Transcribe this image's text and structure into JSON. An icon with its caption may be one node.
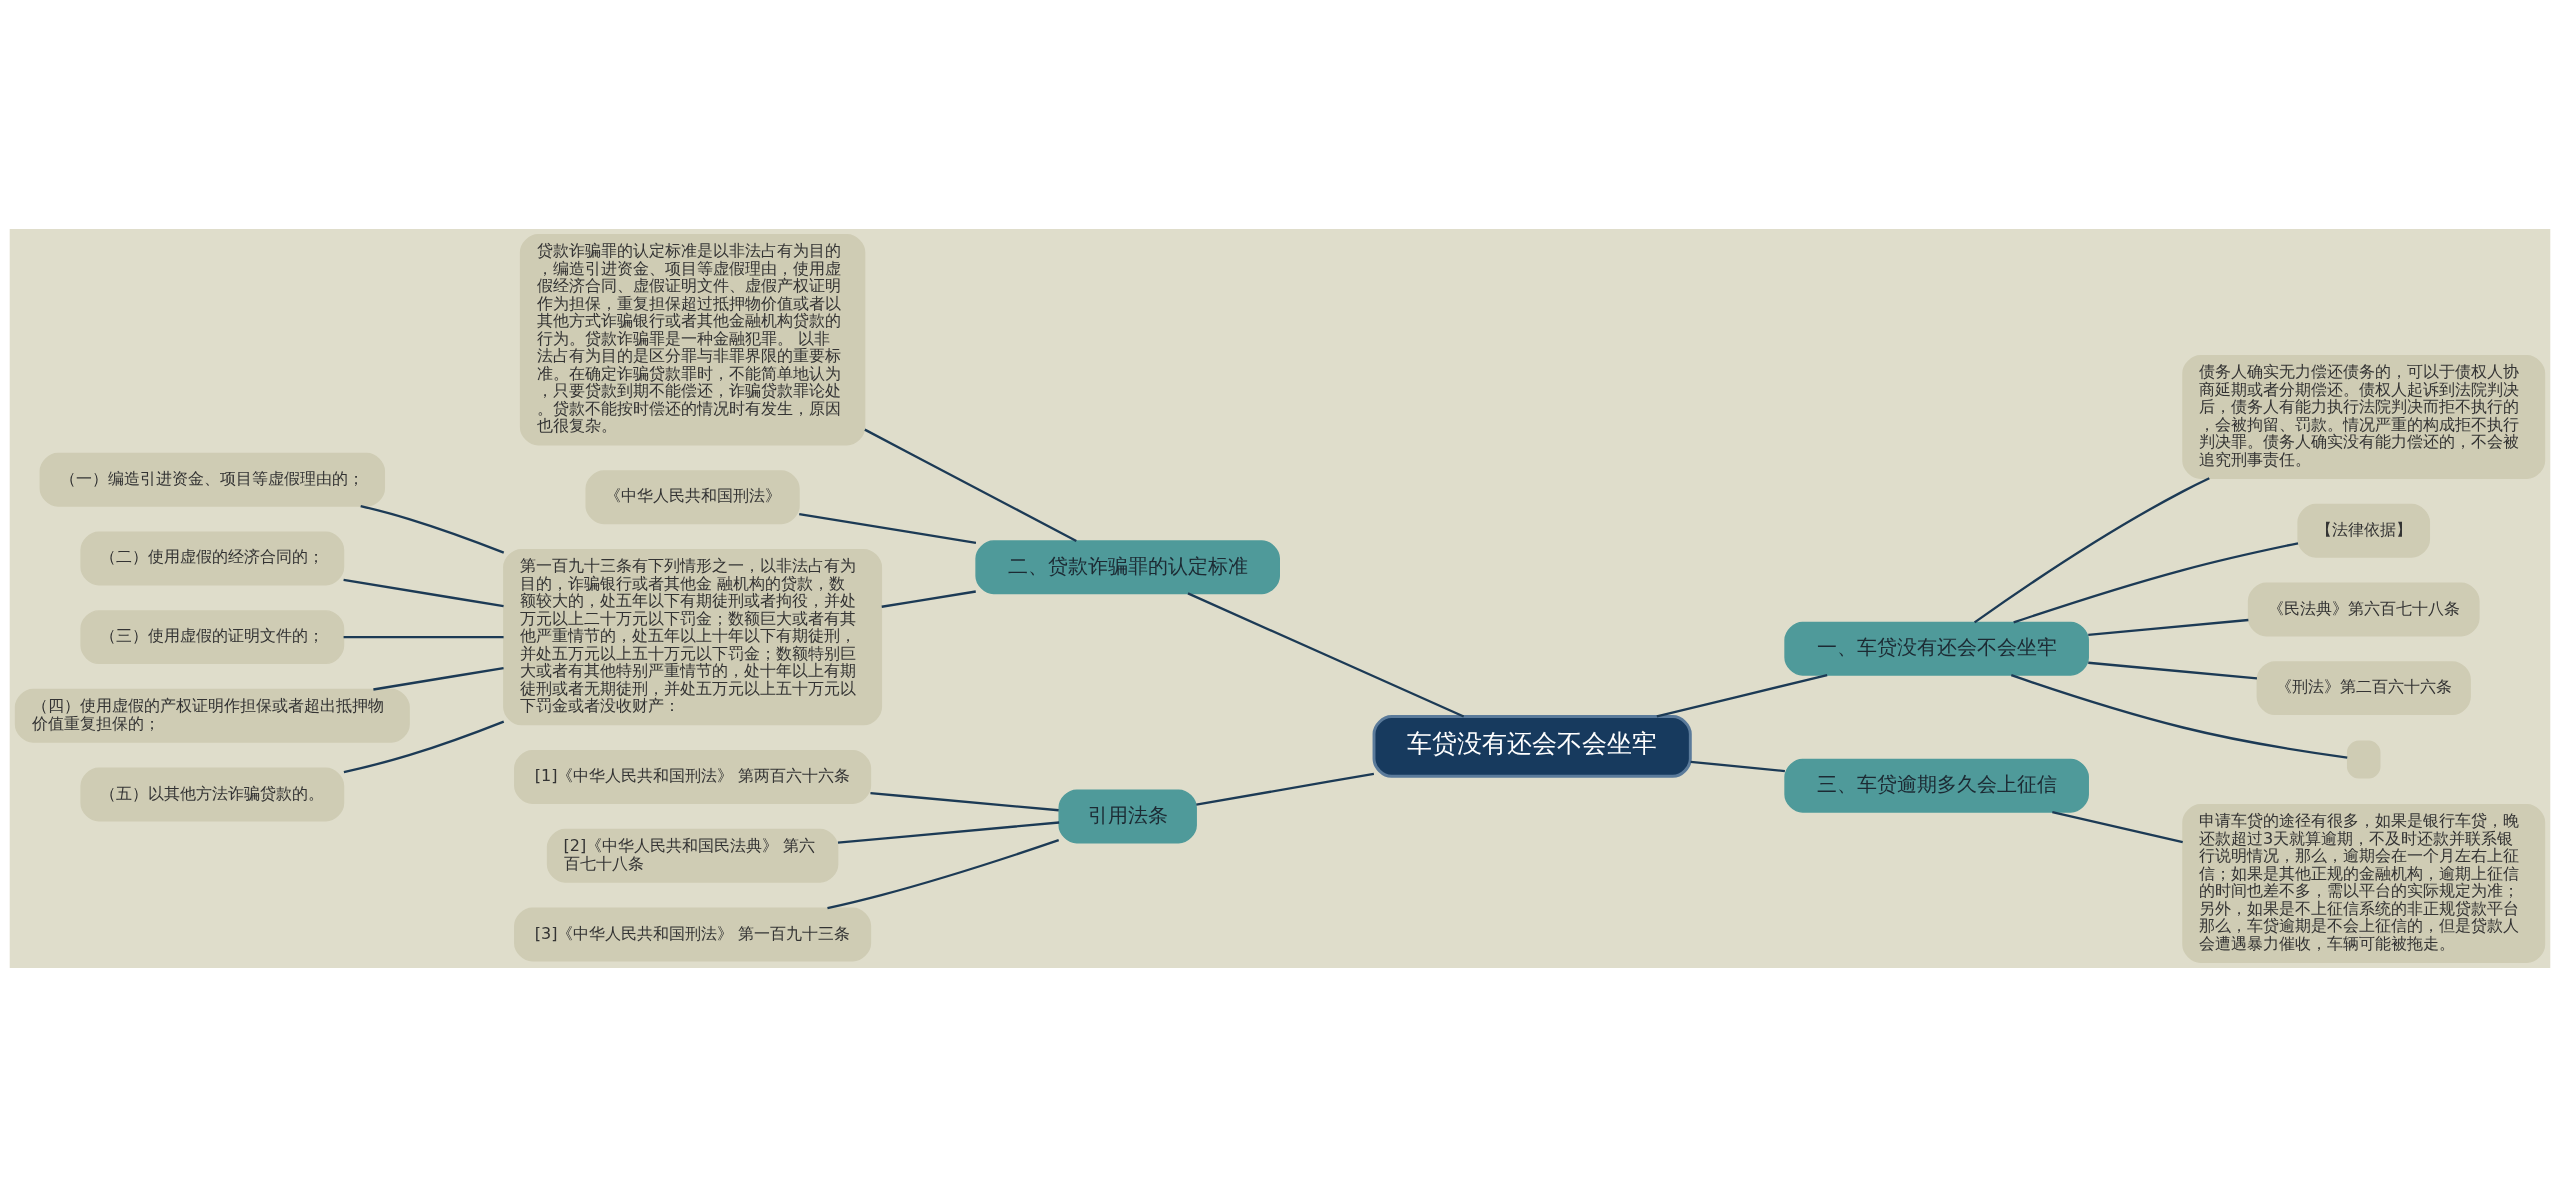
{
  "diagram": {
    "nodes": [
      {
        "text": [
          "车贷没有还会不会坐牢"
        ]
      },
      {
        "text": [
          "一、车贷没有还会不会坐牢"
        ]
      },
      {
        "text": [
          "债务人确实无力偿还债务的，可以于债权人协商延期或者分期偿还。债权人起诉到法院判决后，债务人有能力执行法院判决而拒不执行的，会被拘留、罚款。情况严重的构成拒不执行判决罪。债务人确实没有能力偿还的，不会被追究刑事责任。"
        ]
      },
      {
        "text": [
          "【法律依据】"
        ]
      },
      {
        "text": [
          "《民法典》第六百七十八条"
        ]
      },
      {
        "text": [
          "《刑法》第二百六十六条"
        ]
      },
      {
        "text": [],
        "shape": "box"
      },
      {
        "text": [
          "二、贷款诈骗罪的认定标准"
        ]
      },
      {
        "text": [
          "贷款诈骗罪的认定标准是以非法占有为目的，编造引进资金、项目等虚假理由，使用虚假经济合同、虚假证明文件、虚假产权证明作为担保，重复担保超过抵押物价值或者以其他方式诈骗银行或者其他金融机构贷款的行为。贷款诈骗罪是一种金融犯罪。 以非法占有为目的是区分罪与非罪界限的重要标准。在确定诈骗贷款罪时，不能简单地认为，只要贷款到期不能偿还，诈骗贷款罪论处。贷款不能按时偿还的情况时有发生，原因也很复杂。"
        ]
      },
      {
        "text": [
          "《中华人民共和国刑法》"
        ]
      },
      {
        "text": [
          "第一百九十三条有下列情形之一，以非法占有为目的，诈骗银行或者其他金 融机构的贷款，数额较大的，处五年以下有期徒刑或者拘役，并处万元以上二十万元以下罚金；数额巨大或者有其他严重情节的，处五年以上十年以下有期徒刑，并处五万元以上五十万元以下罚金；数额特别巨大或者有其他特别严重情节的，处十年以上有期徒刑或者无期徒刑，并处五万元以上五十万元以下罚金或者没收财产："
        ]
      },
      {
        "text": [
          "（一）编造引进资金、项目等虚假理由的；"
        ]
      },
      {
        "text": [
          "（二）使用虚假的经济合同的；"
        ]
      },
      {
        "text": [
          "（三）使用虚假的证明文件的；"
        ]
      },
      {
        "text": [
          "（四）使用虚假的产权证明作担保或者超出抵押物价值重复担保的；"
        ]
      },
      {
        "text": [
          "（五）以其他方法诈骗贷款的。"
        ]
      },
      {
        "text": [
          "三、车贷逾期多久会上征信"
        ]
      },
      {
        "text": [
          "申请车贷的途径有很多，如果是银行车贷，晚还款超过3天就算逾期，不及时还款并联系银行说明情况，那么，逾期会在一个月左右上征信；如果是其他正规的金融机构，逾期上征信的时间也差不多，需以平台的实际规定为准；另外，如果是不上征信系统的非正规贷款平台那么，车贷逾期是不会上征信的，但是贷款人会遭遇暴力催收，车辆可能被拖走。"
        ]
      },
      {
        "text": [
          "引用法条"
        ]
      },
      {
        "text": [
          "[1]《中华人民共和国刑法》 第两百六十六条"
        ]
      },
      {
        "text": [
          "[2]《中华人民共和国民法典》 第六百七十八条"
        ]
      },
      {
        "text": [
          "[3]《中华人民共和国刑法》 第一百九十三条"
        ]
      }
    ],
    "edges": [
      {
        "from": 0,
        "to": 1,
        "arrow": "none"
      },
      {
        "from": 1,
        "to": 2,
        "arrow": "none"
      },
      {
        "from": 1,
        "to": 3,
        "arrow": "none"
      },
      {
        "from": 1,
        "to": 4,
        "arrow": "none"
      },
      {
        "from": 1,
        "to": 5,
        "arrow": "none"
      },
      {
        "from": 1,
        "to": 6,
        "arrow": "none"
      },
      {
        "from": 0,
        "to": 7,
        "arrow": "none"
      },
      {
        "from": 7,
        "to": 8,
        "arrow": "none"
      },
      {
        "from": 7,
        "to": 9,
        "arrow": "none"
      },
      {
        "from": 7,
        "to": 10,
        "arrow": "none"
      },
      {
        "from": 10,
        "to": 11,
        "arrow": "none"
      },
      {
        "from": 10,
        "to": 12,
        "arrow": "none"
      },
      {
        "from": 10,
        "to": 13,
        "arrow": "none"
      },
      {
        "from": 10,
        "to": 14,
        "arrow": "none"
      },
      {
        "from": 10,
        "to": 15,
        "arrow": "none"
      },
      {
        "from": 0,
        "to": 16,
        "arrow": "none"
      },
      {
        "from": 16,
        "to": 17,
        "arrow": "none"
      },
      {
        "from": 0,
        "to": 18,
        "arrow": "none"
      },
      {
        "from": 18,
        "to": 19,
        "arrow": "none"
      },
      {
        "from": 18,
        "to": 20,
        "arrow": "none"
      },
      {
        "from": 18,
        "to": 21,
        "arrow": "none"
      }
    ]
  }
}
